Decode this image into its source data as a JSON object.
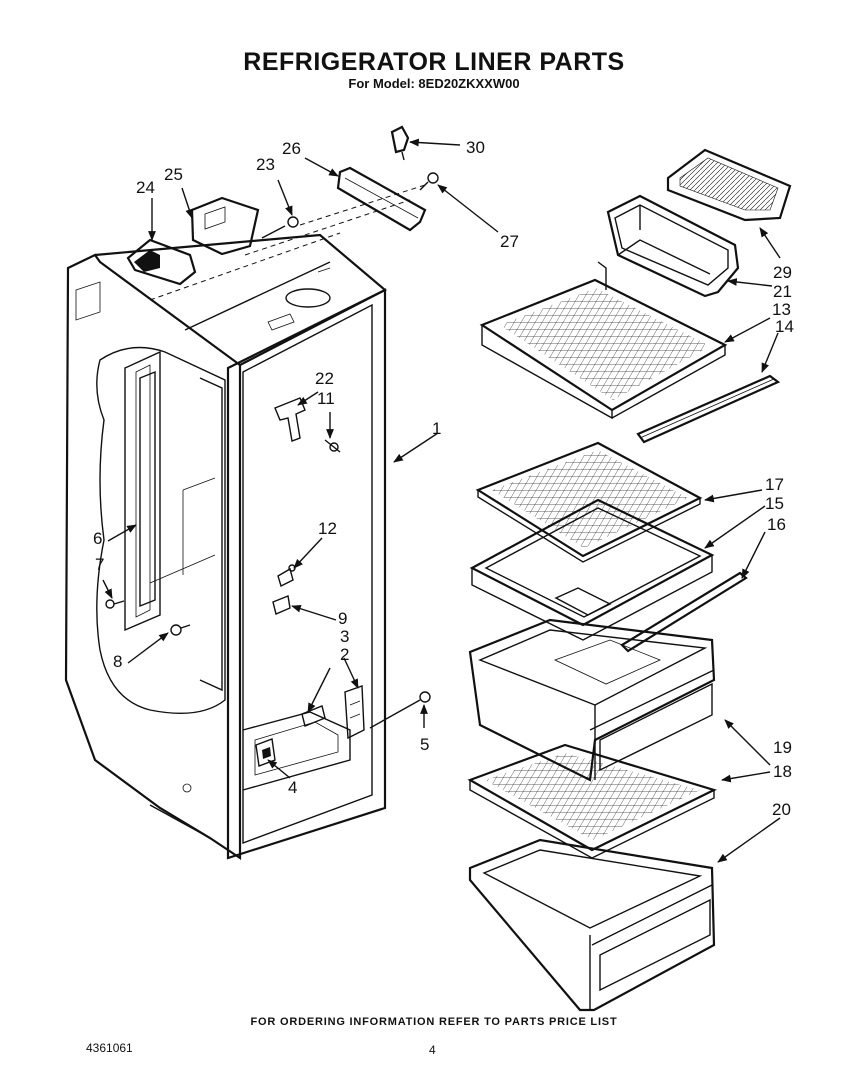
{
  "title": "REFRIGERATOR LINER PARTS",
  "subtitle": "For Model: 8ED20ZKXXW00",
  "footer_note": "FOR ORDERING INFORMATION REFER TO PARTS PRICE LIST",
  "doc_number": "4361061",
  "page_number": "4",
  "callouts": {
    "c1": "1",
    "c2": "2",
    "c3": "3",
    "c4": "4",
    "c5": "5",
    "c6": "6",
    "c7": "7",
    "c8": "8",
    "c9": "9",
    "c11": "11",
    "c12": "12",
    "c13": "13",
    "c14": "14",
    "c15": "15",
    "c16": "16",
    "c17": "17",
    "c18": "18",
    "c19": "19",
    "c20": "20",
    "c21": "21",
    "c22": "22",
    "c23": "23",
    "c24": "24",
    "c25": "25",
    "c26": "26",
    "c27": "27",
    "c29": "29",
    "c30": "30"
  }
}
